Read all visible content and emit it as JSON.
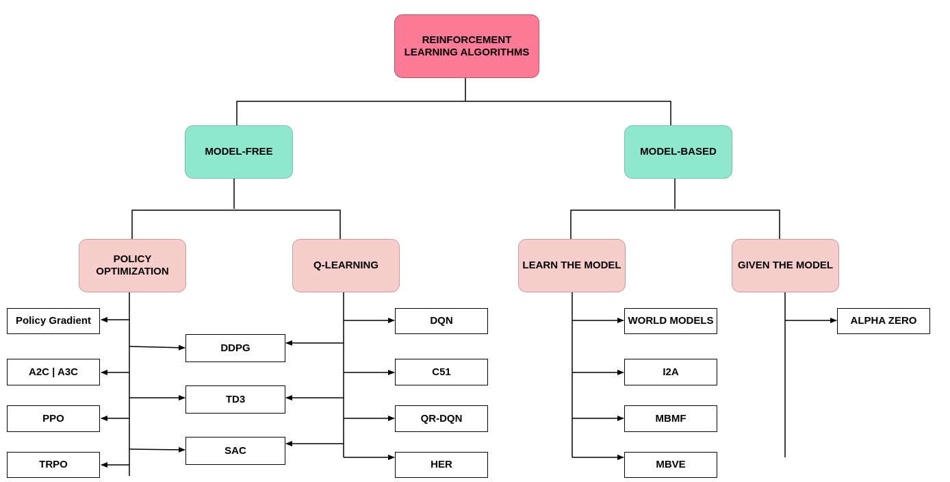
{
  "colors": {
    "root_fill": "#fe7b97",
    "category_fill": "#8fe7cf",
    "subcategory_fill": "#f8cecc",
    "leaf_fill": "#ffffff",
    "line": "#000000"
  },
  "root": {
    "label": "REINFORCEMENT\nLEARNING ALGORITHMS"
  },
  "model_free": {
    "label": "MODEL-FREE",
    "policy_optimization": {
      "label": "POLICY\nOPTIMIZATION",
      "leaves": [
        "Policy Gradient",
        "A2C | A3C",
        "PPO",
        "TRPO"
      ]
    },
    "shared": [
      "DDPG",
      "TD3",
      "SAC"
    ],
    "q_learning": {
      "label": "Q-LEARNING",
      "leaves": [
        "DQN",
        "C51",
        "QR-DQN",
        "HER"
      ]
    }
  },
  "model_based": {
    "label": "MODEL-BASED",
    "learn_the_model": {
      "label": "LEARN THE MODEL",
      "leaves": [
        "WORLD MODELS",
        "I2A",
        "MBMF",
        "MBVE"
      ]
    },
    "given_the_model": {
      "label": "GIVEN THE MODEL",
      "leaves": [
        "ALPHA ZERO"
      ]
    }
  }
}
